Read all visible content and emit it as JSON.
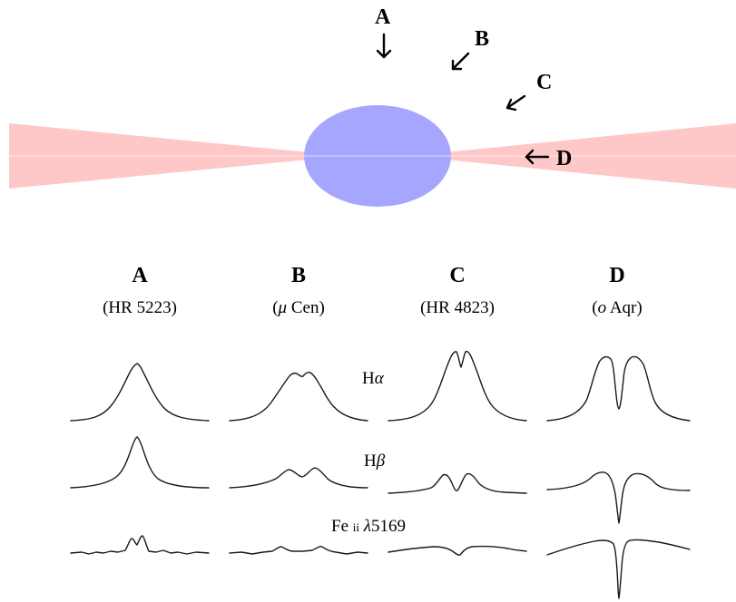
{
  "colors": {
    "disk": "#ffc8c8",
    "star": "#a6a6ff",
    "ink": "#000000"
  },
  "viewpoints": [
    {
      "label": "A",
      "arrow_icon": "arrow-down-icon"
    },
    {
      "label": "B",
      "arrow_icon": "arrow-down-left-icon"
    },
    {
      "label": "C",
      "arrow_icon": "arrow-down-left-icon"
    },
    {
      "label": "D",
      "arrow_icon": "arrow-left-icon"
    }
  ],
  "columns": [
    {
      "title": "A",
      "star_prefix": "(",
      "star_symbol": "",
      "star_name": "HR 5223)"
    },
    {
      "title": "B",
      "star_prefix": "(",
      "star_symbol": "μ",
      "star_name": " Cen)"
    },
    {
      "title": "C",
      "star_prefix": "(",
      "star_symbol": "",
      "star_name": "HR 4823)"
    },
    {
      "title": "D",
      "star_prefix": "(",
      "star_symbol": "o",
      "star_name": " Aqr)"
    }
  ],
  "lines": [
    {
      "prefix": "H",
      "greek": "α",
      "suffix": ""
    },
    {
      "prefix": "H",
      "greek": "β",
      "suffix": ""
    },
    {
      "prefix": "Fe ",
      "smallcaps": "ii",
      "greek": " λ",
      "suffix": "5169"
    }
  ]
}
